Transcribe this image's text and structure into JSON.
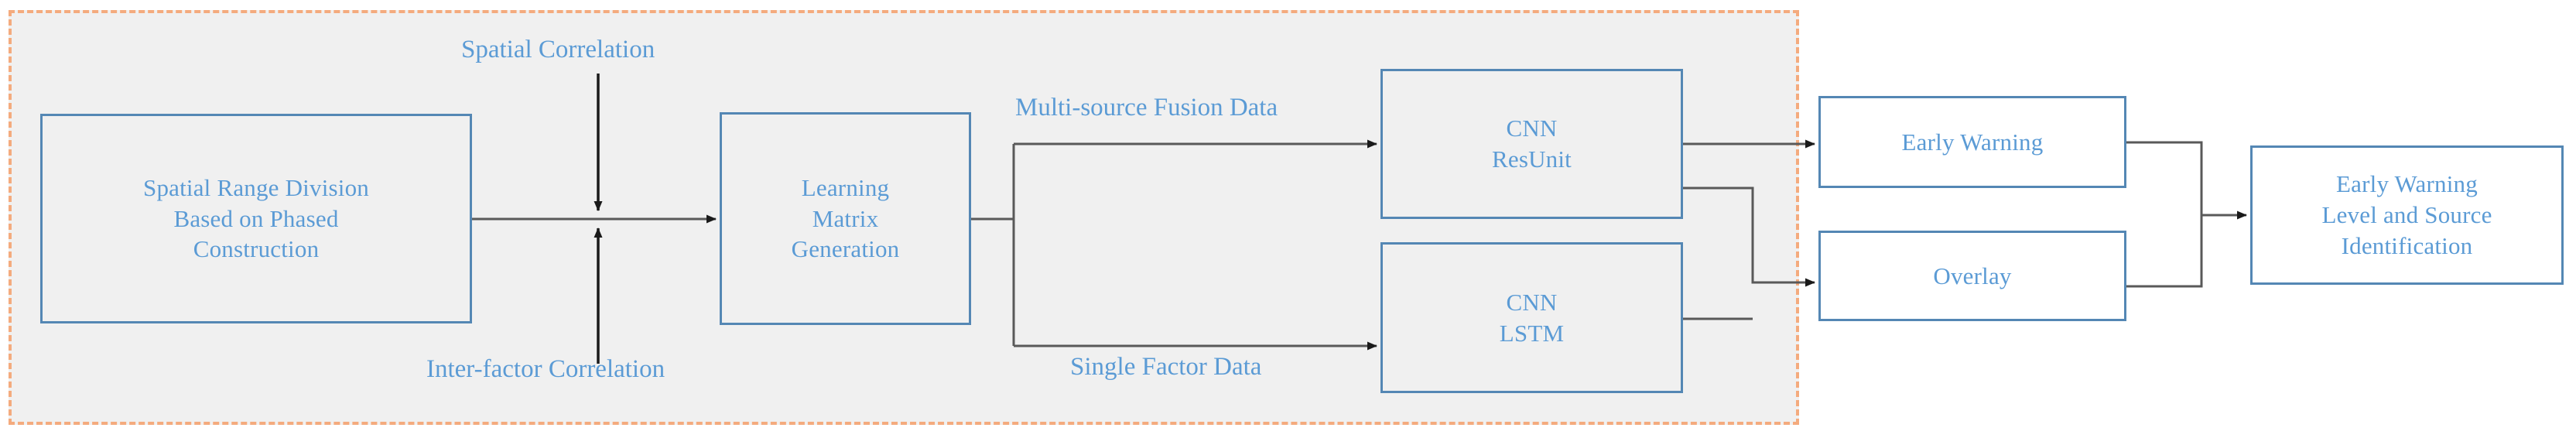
{
  "diagram": {
    "title_region": {
      "name": "model-framework-dashed-group",
      "border_color": "#f4ab7e",
      "fill_color": "#f0f0f0"
    },
    "palette": {
      "box_border": "#5487b4",
      "box_text": "#5b9bd5",
      "label_text": "#5b9bd5",
      "connector": "#595959",
      "dashed_group": "#f4ab7e",
      "group_fill": "#f0f0f0",
      "page_background": "#ffffff"
    },
    "nodes": [
      {
        "id": "spatial-range-division",
        "lines": [
          "Spatial Range Division",
          "Based on Phased",
          "Construction"
        ],
        "inside_group": true
      },
      {
        "id": "learning-matrix-generation",
        "lines": [
          "Learning",
          "Matrix",
          "Generation"
        ],
        "inside_group": true
      },
      {
        "id": "cnn-resunit",
        "lines": [
          "CNN",
          "ResUnit"
        ],
        "inside_group": true
      },
      {
        "id": "cnn-lstm",
        "lines": [
          "CNN",
          "LSTM"
        ],
        "inside_group": true
      },
      {
        "id": "early-warning",
        "lines": [
          "Early Warning"
        ],
        "inside_group": false
      },
      {
        "id": "overlay",
        "lines": [
          "Overlay"
        ],
        "inside_group": false
      },
      {
        "id": "early-warning-level-and-source-identification",
        "lines": [
          "Early Warning",
          "Level and Source",
          "Identification"
        ],
        "inside_group": false
      }
    ],
    "edge_labels": [
      {
        "id": "spatial-correlation",
        "text": "Spatial Correlation"
      },
      {
        "id": "inter-factor-correlation",
        "text": "Inter-factor Correlation"
      },
      {
        "id": "multi-source-fusion-data",
        "text": "Multi-source Fusion Data"
      },
      {
        "id": "single-factor-data",
        "text": "Single Factor Data"
      }
    ]
  }
}
